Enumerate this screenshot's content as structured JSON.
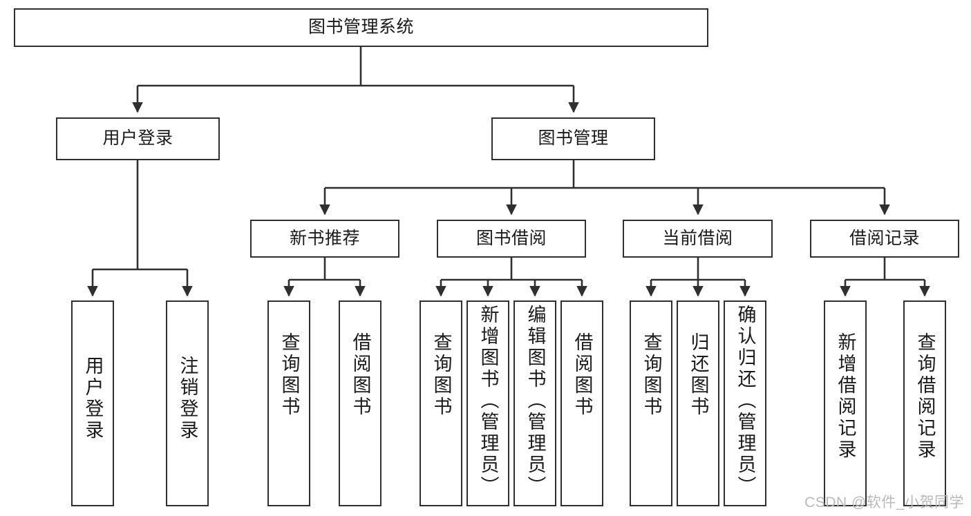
{
  "diagram": {
    "type": "hierarchy-tree",
    "title": "图书管理系统",
    "orientation": "top-down",
    "stroke_color": "#2f2f2f",
    "background_color": "#ffffff",
    "levels": 4
  },
  "root": {
    "label": "图书管理系统"
  },
  "level1": [
    {
      "label": "用户登录"
    },
    {
      "label": "图书管理"
    }
  ],
  "level2": [
    {
      "label": "新书推荐"
    },
    {
      "label": "图书借阅"
    },
    {
      "label": "当前借阅"
    },
    {
      "label": "借阅记录"
    }
  ],
  "leaves": {
    "user_login": [
      {
        "label": "用户登录"
      },
      {
        "label": "注销登录"
      }
    ],
    "new_book_recommend": [
      {
        "label": "查询图书"
      },
      {
        "label": "借阅图书"
      }
    ],
    "book_borrow": [
      {
        "label": "查询图书"
      },
      {
        "label": "新增图书（管理员）"
      },
      {
        "label": "编辑图书（管理员）"
      },
      {
        "label": "借阅图书"
      }
    ],
    "current_borrow": [
      {
        "label": "查询图书"
      },
      {
        "label": "归还图书"
      },
      {
        "label": "确认归还（管理员）"
      }
    ],
    "borrow_record": [
      {
        "label": "新增借阅记录"
      },
      {
        "label": "查询借阅记录"
      }
    ]
  },
  "watermark": {
    "text": "CSDN @软件_小贺同学"
  }
}
